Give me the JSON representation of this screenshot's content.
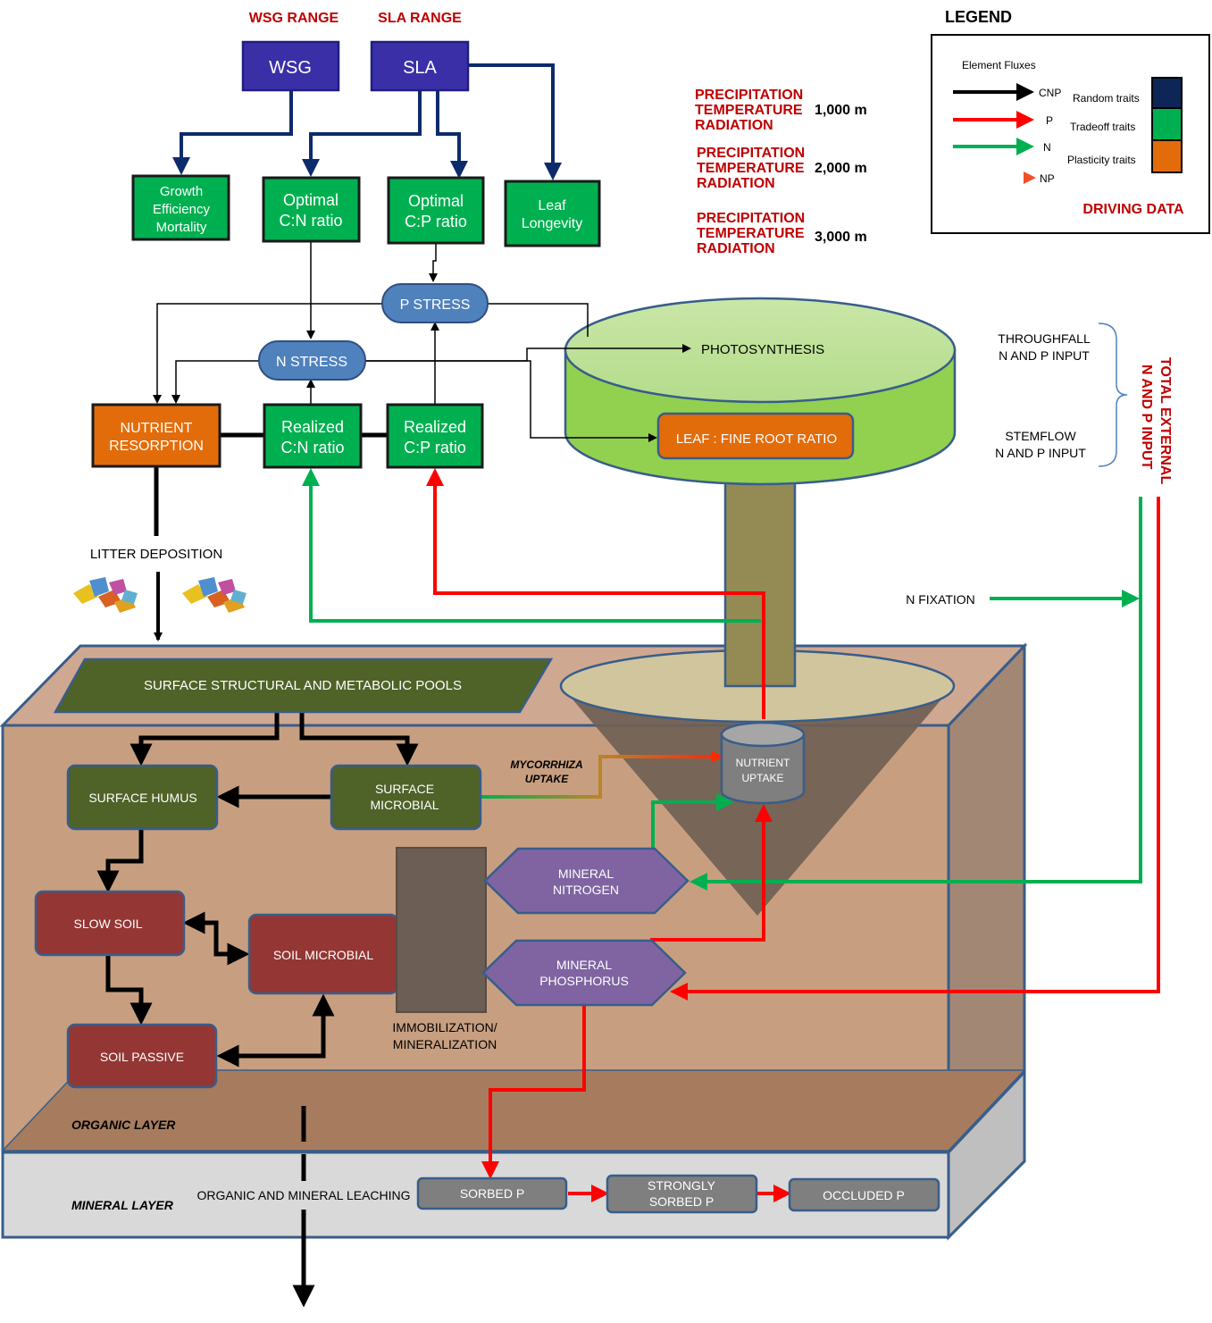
{
  "top": {
    "wsg_range": "WSG RANGE",
    "sla_range": "SLA RANGE",
    "wsg": "WSG",
    "sla": "SLA"
  },
  "traits": {
    "growth": [
      "Growth",
      "Efficiency",
      "Mortality"
    ],
    "optimal_cn": [
      "Optimal",
      "C:N ratio"
    ],
    "optimal_cp": [
      "Optimal",
      "C:P ratio"
    ],
    "leaf_longevity": [
      "Leaf",
      "Longevity"
    ],
    "p_stress": "P STRESS",
    "n_stress": "N STRESS",
    "nutrient_resorption": [
      "NUTRIENT",
      "RESORPTION"
    ],
    "realized_cn": [
      "Realized",
      "C:N ratio"
    ],
    "realized_cp": [
      "Realized",
      "C:P ratio"
    ],
    "photosynthesis": "PHOTOSYNTHESIS",
    "leaf_fine_root": "LEAF : FINE ROOT RATIO",
    "litter_deposition": "LITTER DEPOSITION"
  },
  "climate": {
    "rows": [
      {
        "lines": [
          "PRECIPITATION",
          "TEMPERATURE",
          "RADIATION"
        ],
        "elevation": "1,000 m"
      },
      {
        "lines": [
          "PRECIPITATION",
          "TEMPERATURE",
          "RADIATION"
        ],
        "elevation": "2,000 m"
      },
      {
        "lines": [
          "PRECIPITATION",
          "TEMPERATURE",
          "RADIATION"
        ],
        "elevation": "3,000 m"
      }
    ]
  },
  "legend": {
    "title": "LEGEND",
    "fluxes_title": "Element Fluxes",
    "fluxes": [
      "CNP",
      "P",
      "N",
      "NP"
    ],
    "traits": [
      "Random traits",
      "Tradeoff traits",
      "Plasticity traits"
    ],
    "driving": "DRIVING DATA",
    "colors": {
      "random": "#0d2557",
      "tradeoff": "#00b050",
      "plasticity": "#e36c0a",
      "cnp": "#000000",
      "p": "#ff0000",
      "n": "#00b050"
    }
  },
  "inputs": {
    "throughfall": [
      "THROUGHFALL",
      "N AND P INPUT"
    ],
    "stemflow": [
      "STEMFLOW",
      "N AND P INPUT"
    ],
    "total_external": [
      "TOTAL EXTERNAL",
      "N AND P INPUT"
    ],
    "n_fixation": "N FIXATION"
  },
  "soil": {
    "surface_pools": "SURFACE STRUCTURAL AND METABOLIC POOLS",
    "surface_humus": "SURFACE HUMUS",
    "surface_microbial": [
      "SURFACE",
      "MICROBIAL"
    ],
    "mycorrhiza": [
      "MYCORRHIZA",
      "UPTAKE"
    ],
    "nutrient_uptake": [
      "NUTRIENT",
      "UPTAKE"
    ],
    "slow_soil": "SLOW SOIL",
    "soil_microbial": "SOIL MICROBIAL",
    "soil_passive": "SOIL PASSIVE",
    "mineral_nitrogen": [
      "MINERAL",
      "NITROGEN"
    ],
    "mineral_phosphorus": [
      "MINERAL",
      "PHOSPHORUS"
    ],
    "immobilization": [
      "IMMOBILIZATION/",
      "MINERALIZATION"
    ],
    "organic_layer": "ORGANIC LAYER",
    "mineral_layer": "MINERAL LAYER",
    "leaching": "ORGANIC AND MINERAL LEACHING",
    "sorbed_p": "SORBED P",
    "strongly_sorbed_p": [
      "STRONGLY",
      "SORBED P"
    ],
    "occluded_p": "OCCLUDED P"
  }
}
